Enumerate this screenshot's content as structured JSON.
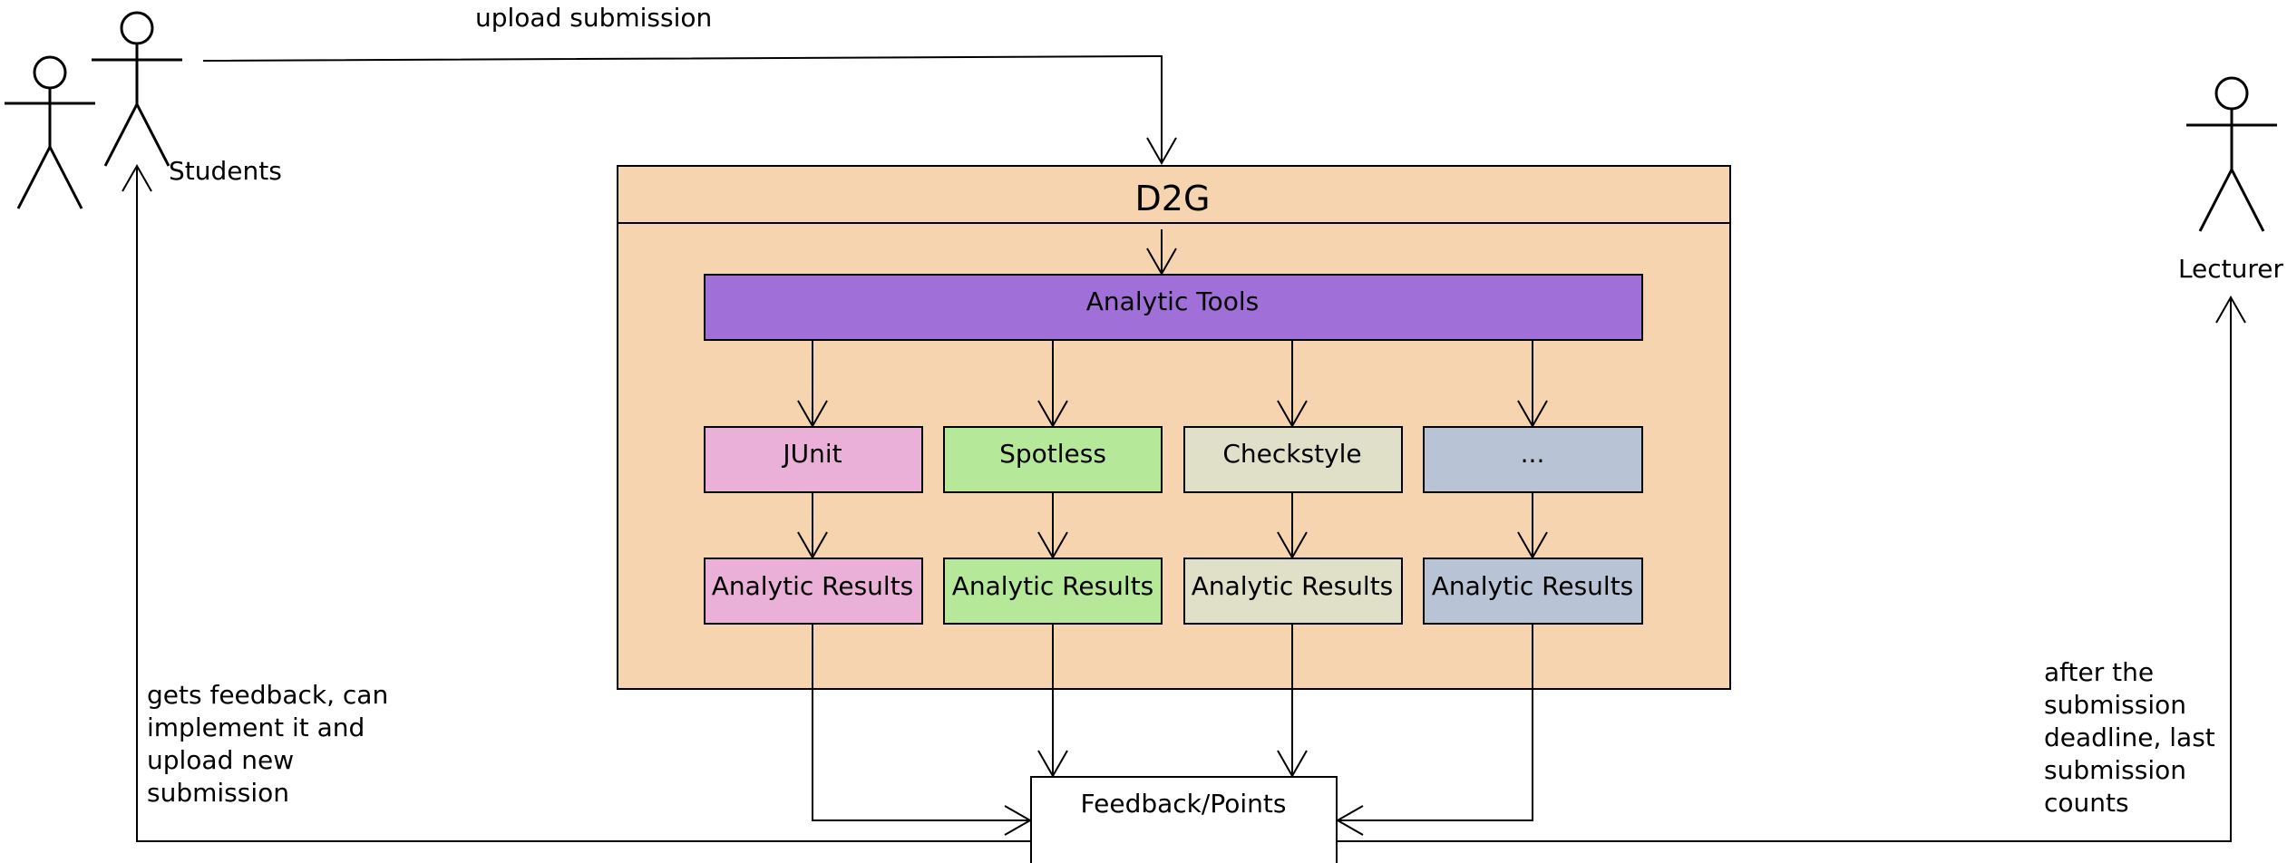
{
  "actors": {
    "students": {
      "label": "Students"
    },
    "lecturer": {
      "label": "Lecturer"
    }
  },
  "flows": {
    "upload": "upload submission",
    "feedback_loop": [
      "gets feedback, can",
      "implement it and",
      "upload new",
      "submission"
    ],
    "deadline_note": [
      "after the",
      "submission",
      "deadline, last",
      "submission",
      "counts"
    ]
  },
  "system": {
    "title": "D2G",
    "tools_label": "Analytic Tools",
    "tools": [
      {
        "label": "JUnit",
        "color": "#ebb0d7"
      },
      {
        "label": "Spotless",
        "color": "#b5e899"
      },
      {
        "label": "Checkstyle",
        "color": "#dfe0c7"
      },
      {
        "label": "...",
        "color": "#b8c4d6"
      }
    ],
    "results_label": "Analytic Results"
  },
  "output": {
    "label": "Feedback/Points"
  },
  "colors": {
    "container": "#f7d4b0",
    "tools_bar": "#a16fd8",
    "line": "#000000",
    "output_box": "#ffffff"
  }
}
